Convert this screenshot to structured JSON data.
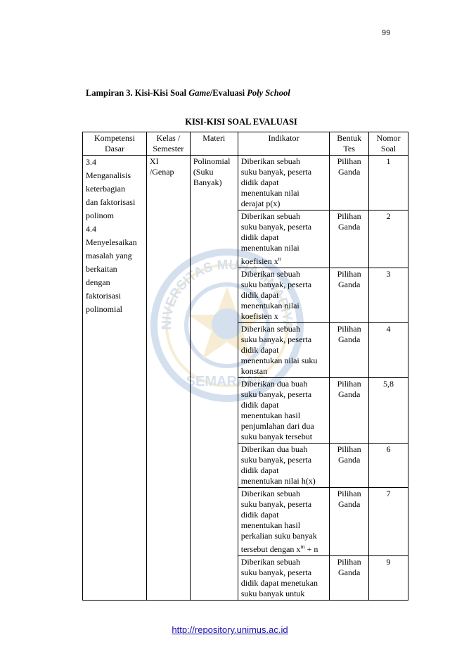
{
  "page_number": "99",
  "heading": {
    "prefix": "Lampiran 3. Kisi-Kisi Soal ",
    "italic1": "Game",
    "middle": "/Evaluasi ",
    "italic2": "Poly School"
  },
  "table_title": "KISI-KISI SOAL EVALUASI",
  "watermark": {
    "arc_text": "UNIVERSITAS MUHAMMADIYAH",
    "bottom_text": "SEMARANG"
  },
  "columns": {
    "kompetensi": [
      "Kompetensi",
      "Dasar"
    ],
    "kelas": [
      "Kelas /",
      "Semester"
    ],
    "materi": "Materi",
    "indikator": "Indikator",
    "bentuk": [
      "Bentuk",
      "Tes"
    ],
    "nomor": [
      "Nomor",
      "Soal"
    ]
  },
  "kompetensi_dasar": [
    "3.4",
    "Menganalisis",
    "keterbagian",
    "dan faktorisasi",
    "polinom",
    "4.4",
    "Menyelesaikan",
    "masalah yang",
    "berkaitan",
    "dengan",
    "faktorisasi",
    "polinomial"
  ],
  "kelas_semester": [
    "XI",
    "/Genap"
  ],
  "materi": [
    "Polinomial",
    "(Suku",
    "Banyak)"
  ],
  "rows": [
    {
      "indikator": [
        "Diberikan sebuah",
        "suku banyak, peserta",
        "didik dapat",
        "menentukan nilai",
        "derajat p(x)"
      ],
      "bentuk": [
        "Pilihan",
        "Ganda"
      ],
      "nomor": "1"
    },
    {
      "indikator": [
        "Diberikan sebuah",
        "suku banyak, peserta",
        "didik dapat",
        "menentukan nilai",
        "koefisien x"
      ],
      "sup": "n",
      "bentuk": [
        "Pilihan",
        "Ganda"
      ],
      "nomor": "2"
    },
    {
      "indikator": [
        "Diberikan sebuah",
        "suku banyak, peserta",
        "didik dapat",
        "menentukan nilai",
        "koefisien x"
      ],
      "bentuk": [
        "Pilihan",
        "Ganda"
      ],
      "nomor": "3"
    },
    {
      "indikator": [
        "Diberikan sebuah",
        "suku banyak, peserta",
        "didik dapat",
        "menentukan nilai suku",
        "konstan"
      ],
      "bentuk": [
        "Pilihan",
        "Ganda"
      ],
      "nomor": "4"
    },
    {
      "indikator": [
        "Diberikan dua buah",
        "suku banyak, peserta",
        "didik dapat",
        "menentukan hasil",
        "penjumlahan dari dua",
        "suku banyak tersebut"
      ],
      "bentuk": [
        "Pilihan",
        "Ganda"
      ],
      "nomor": "5,8"
    },
    {
      "indikator": [
        "Diberikan dua buah",
        "suku banyak, peserta",
        "didik dapat",
        "menentukan nilai h(x)"
      ],
      "bentuk": [
        "Pilihan",
        "Ganda"
      ],
      "nomor": "6"
    },
    {
      "indikator": [
        "Diberikan sebuah",
        "suku banyak, peserta",
        "didik dapat",
        "menentukan hasil",
        "perkalian suku banyak",
        "tersebut dengan x"
      ],
      "sup": "m",
      "tail": " + n",
      "bentuk": [
        "Pilihan",
        "Ganda"
      ],
      "nomor": "7"
    },
    {
      "indikator": [
        "Diberikan sebuah",
        "suku banyak, peserta",
        "didik dapat menetukan",
        "suku banyak untuk"
      ],
      "bentuk": [
        "Pilihan",
        "Ganda"
      ],
      "nomor": "9"
    }
  ],
  "footer_link": "http://repository.unimus.ac.id"
}
